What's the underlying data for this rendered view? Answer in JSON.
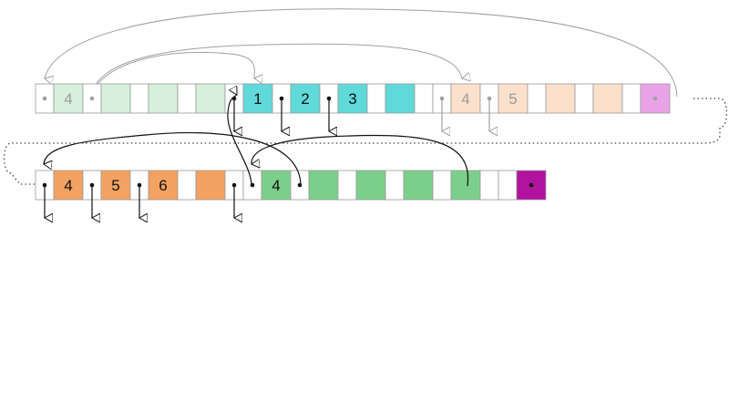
{
  "palette": {
    "green": "#7ccf8a",
    "green_light": "#d6f0dc",
    "cyan": "#5fd9d9",
    "orange": "#f2a262",
    "orange_light": "#fbe1cc",
    "magenta": "#b1139f",
    "magenta_light": "#e8a3e6",
    "white": "#ffffff",
    "border": "#9a9a9a",
    "link": "#111111",
    "link_faded": "#a0a0a0"
  },
  "row1": {
    "cells": [
      {
        "color": "white",
        "pointer": "faded"
      },
      {
        "color": "green_light",
        "label": "4"
      },
      {
        "color": "white",
        "pointer": "faded"
      },
      {
        "color": "green_light"
      },
      {
        "color": "white"
      },
      {
        "color": "green_light"
      },
      {
        "color": "white"
      },
      {
        "color": "green_light"
      },
      {
        "color": "white",
        "pointer": "solid"
      },
      {
        "color": "cyan",
        "label": "1"
      },
      {
        "color": "white",
        "pointer": "solid"
      },
      {
        "color": "cyan",
        "label": "2"
      },
      {
        "color": "white",
        "pointer": "solid"
      },
      {
        "color": "cyan",
        "label": "3"
      },
      {
        "color": "white"
      },
      {
        "color": "cyan"
      },
      {
        "color": "white"
      },
      {
        "color": "white",
        "pointer": "faded"
      },
      {
        "color": "orange_light",
        "label": "4"
      },
      {
        "color": "white",
        "pointer": "faded"
      },
      {
        "color": "orange_light",
        "label": "5"
      },
      {
        "color": "white"
      },
      {
        "color": "orange_light"
      },
      {
        "color": "white"
      },
      {
        "color": "orange_light"
      },
      {
        "color": "white"
      },
      {
        "color": "magenta_light",
        "pointer": "faded"
      }
    ]
  },
  "row2": {
    "cells": [
      {
        "color": "white",
        "pointer": "solid"
      },
      {
        "color": "orange",
        "label": "4"
      },
      {
        "color": "white",
        "pointer": "solid"
      },
      {
        "color": "orange",
        "label": "5"
      },
      {
        "color": "white",
        "pointer": "solid"
      },
      {
        "color": "orange",
        "label": "6"
      },
      {
        "color": "white"
      },
      {
        "color": "orange"
      },
      {
        "color": "white",
        "pointer": "solid"
      },
      {
        "color": "white",
        "pointer": "solid"
      },
      {
        "color": "green",
        "label": "4"
      },
      {
        "color": "white",
        "pointer": "solid"
      },
      {
        "color": "green"
      },
      {
        "color": "white"
      },
      {
        "color": "green"
      },
      {
        "color": "white"
      },
      {
        "color": "green"
      },
      {
        "color": "white"
      },
      {
        "color": "green"
      },
      {
        "color": "white"
      },
      {
        "color": "white"
      },
      {
        "color": "magenta",
        "pointer": "solid"
      }
    ]
  }
}
